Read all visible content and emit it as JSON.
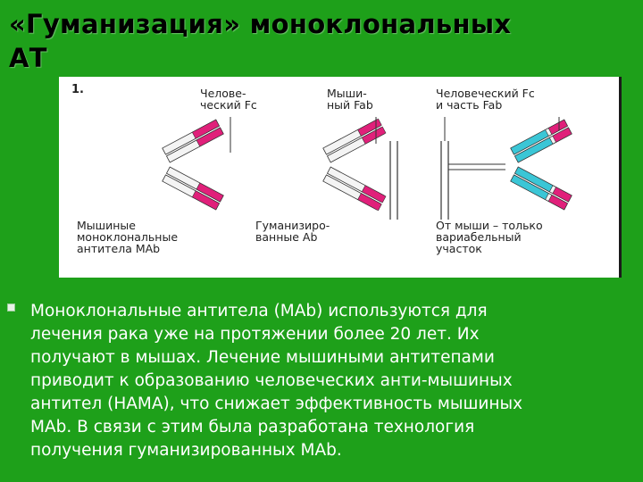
{
  "slide": {
    "title": "«Гуманизация» моноклональных\nАТ"
  },
  "figure": {
    "number": "1.",
    "top_labels": [
      "Челове-\nческий Fc",
      "Мыши-\nный Fab",
      "Человеческий Fc\nи часть Fab"
    ],
    "bottom_labels": [
      "Мышиные\nмоноклональные\nантитела MAb",
      "Гуманизиро-\nванные Ab",
      "От мыши – только\nвариабельный\nучасток"
    ],
    "colors": {
      "mouse": "#e0207a",
      "human": "#3bc6d6",
      "bar_light": "#f4f4f4",
      "line": "#333333"
    }
  },
  "bullet": {
    "text": "Моноклональные антитела (MAb) используются для\nлечения рака уже на протяжении более 20 лет. Их\nполучают в мышах. Лечение мышиными антитепами\nприводит к образованию человеческих анти-мышиных\nантител (НАМА), что снижает эффективность мышиных\nMAb. В связи с этим была разработана технология\nполучения гуманизированных MAb."
  }
}
